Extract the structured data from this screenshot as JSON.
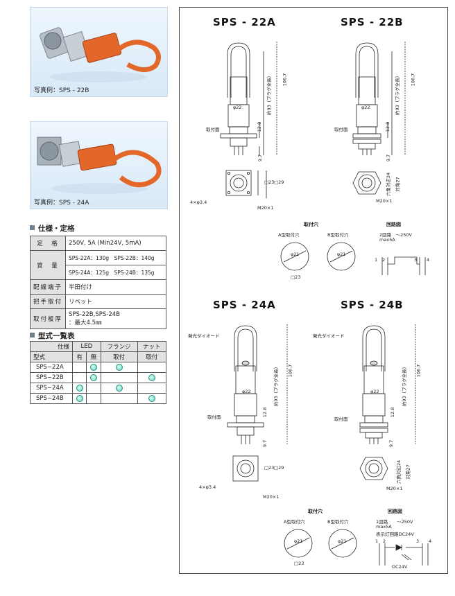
{
  "photos": [
    {
      "caption": "写真例：SPS - 22B"
    },
    {
      "caption": "写真例：SPS - 24A"
    }
  ],
  "spec": {
    "title": "仕様・定格",
    "rating_key": "定　格",
    "rating_value": "250V, 5A (Min24V, 5mA)",
    "mass_key": "質　量",
    "mass_row1": "SPS-22A：130g　SPS-22B：140g",
    "mass_row2": "SPS-24A：125g　SPS-24B：135g",
    "terminal_key": "配線端子",
    "terminal_value": "半田付け",
    "handle_key": "把手取付",
    "handle_value": "リベット",
    "panel_key": "取付板厚",
    "panel_value1": "SPS-22B,SPS-24B",
    "panel_value2": "：最大4.5㎜"
  },
  "models": {
    "title": "型式一覧表",
    "h_spec": "仕様",
    "h_type": "型式",
    "h_led": "LED",
    "h_flange": "フランジ",
    "h_nut": "ナット",
    "h_yes": "有",
    "h_no": "無",
    "h_mount1": "取付",
    "h_mount2": "取付",
    "rows": [
      {
        "name": "SPS−22A",
        "led_yes": false,
        "led_no": true,
        "flange": true,
        "nut": false
      },
      {
        "name": "SPS−22B",
        "led_yes": false,
        "led_no": true,
        "flange": false,
        "nut": true
      },
      {
        "name": "SPS−24A",
        "led_yes": true,
        "led_no": false,
        "flange": true,
        "nut": false
      },
      {
        "name": "SPS−24B",
        "led_yes": true,
        "led_no": false,
        "flange": false,
        "nut": true
      }
    ]
  },
  "drawings": {
    "t22a": "SPS - 22A",
    "t22b": "SPS - 22B",
    "t24a": "SPS - 24A",
    "t24b": "SPS - 24B",
    "dim_total": "106.7",
    "dim_plug": "約93（プラグ全長）",
    "dim_12": "12.8",
    "dim_97": "9.7",
    "dim_phi22": "φ22",
    "dim_sq23": "□23",
    "dim_sq29": "□29",
    "dim_m20": "M20×1",
    "dim_holes": "4×φ3.4",
    "mount_face": "取付面",
    "hex24": "六角対辺24",
    "hex27": "対角27",
    "led_label": "発光ダイオード",
    "mount_hole": "取付穴",
    "a_hole": "A型取付穴",
    "b_hole": "B型取付穴",
    "phi21": "φ21",
    "circuit": "回路図",
    "c22_1": "2回路　〜250V",
    "c22_2": "max5A",
    "c24_1": "1回路　　〜250V",
    "c24_2": "max5A",
    "c24_3": "表示灯回路DC24V",
    "dc24": "DC24V",
    "pins": [
      "1",
      "2",
      "3",
      "4"
    ]
  }
}
